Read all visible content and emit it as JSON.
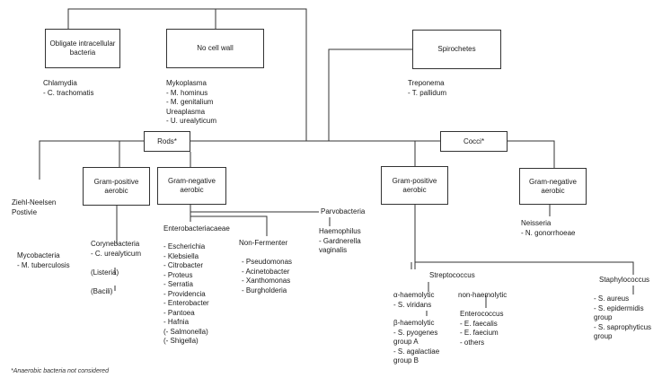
{
  "boxes": {
    "obligate": "Obligate intracellular bacteria",
    "no_cell_wall": "No cell wall",
    "spirochetes": "Spirochetes",
    "rods": "Rods*",
    "cocci": "Cocci*",
    "rods_gram_pos": "Gram-positive aerobic",
    "rods_gram_neg": "Gram-negative aerobic",
    "cocci_gram_pos": "Gram-positive aerobic",
    "cocci_gram_neg": "Gram-negative aerobic"
  },
  "texts": {
    "chlamydia": [
      "Chlamydia",
      "- C. trachomatis"
    ],
    "mykoplasma": [
      "Mykoplasma",
      "- M. hominus",
      "- M. genitalium",
      "Ureaplasma",
      "- U. urealyticum"
    ],
    "treponema": [
      "Treponema",
      "- T. pallidum"
    ],
    "ziehl": [
      "Ziehl-Neelsen",
      "Postivie"
    ],
    "mycobacteria": [
      "Mycobacteria",
      "- M. tuberculosis"
    ],
    "coryne": [
      "Corynebacteria",
      "- C. urealyticum",
      "",
      "(Listeria)",
      "",
      "(Bacili)"
    ],
    "entero_head": [
      "Enterobacteriacaeae"
    ],
    "entero": [
      "- Escherichia",
      "- Klebsiella",
      "- Citrobacter",
      "- Proteus",
      "- Serratia",
      "- Providencia",
      "- Enterobacter",
      "- Pantoea",
      "- Hafnia",
      "(- Salmonella)",
      "(- Shigella)"
    ],
    "nonferm_head": [
      "Non-Fermenter"
    ],
    "nonferm": [
      "- Pseudomonas",
      "- Acinetobacter",
      "- Xanthomonas",
      "- Burgholderia"
    ],
    "parvo": [
      "Parvobacteria"
    ],
    "haemophilus": [
      "Haemophilus",
      "- Gardnerella",
      "  vaginalis"
    ],
    "neisseria": [
      "Neisseria",
      "- N. gonorrhoeae"
    ],
    "strepto": [
      "Streptococcus"
    ],
    "staph": [
      "Staphylococcus"
    ],
    "staph_list": [
      "- S. aureus",
      "- S. epidermidis",
      "  group",
      "- S. saprophyticus",
      "  group"
    ],
    "alpha": [
      "α-haemolytic",
      "- S. viridans"
    ],
    "beta": [
      "β-haemolytic",
      "- S. pyogenes",
      "  group A",
      "- S. agalactiae",
      "  group B"
    ],
    "nonhaem": [
      "non-haemolytic"
    ],
    "enterococcus": [
      "Enterococcus",
      "- E. faecalis",
      "- E. faecium",
      "- others"
    ]
  },
  "footnote": "*Anaerobic bacteria not considered"
}
